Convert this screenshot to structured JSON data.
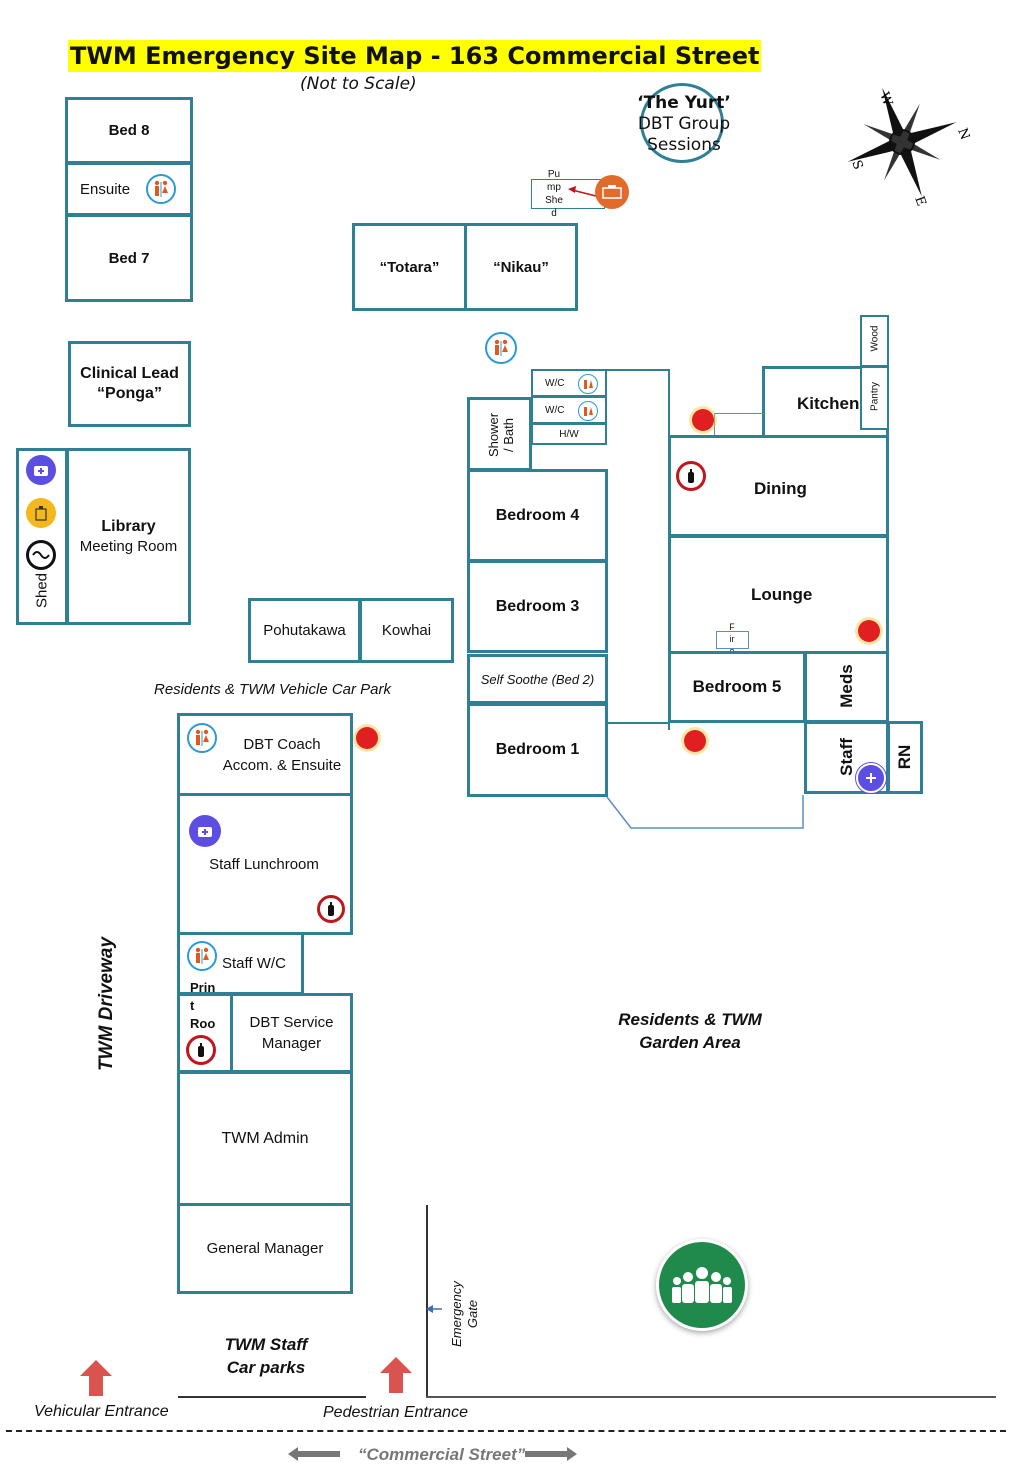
{
  "title": "TWM Emergency Site Map - 163 Commercial Street",
  "subtitle": "(Not to Scale)",
  "yurt": {
    "line1": "‘The Yurt’",
    "line2": "DBT Group",
    "line3": "Sessions"
  },
  "compass": {
    "n": "N",
    "s": "S",
    "e": "E",
    "w": "W"
  },
  "pump_shed": [
    "Pu",
    "mp",
    "She",
    "d"
  ],
  "rooms": {
    "bed8": "Bed 8",
    "ensuite": "Ensuite",
    "bed7": "Bed 7",
    "clinical_lead_1": "Clinical Lead",
    "clinical_lead_2": "“Ponga”",
    "shed": "Shed",
    "library_1": "Library",
    "library_2": "Meeting Room",
    "totara": "“Totara”",
    "nikau": "“Nikau”",
    "pohutakawa": "Pohutakawa",
    "kowhai": "Kowhai",
    "wc1": "W/C",
    "wc2": "W/C",
    "hw": "H/W",
    "shower_1": "Shower",
    "shower_2": "/ Bath",
    "bedroom4": "Bedroom 4",
    "bedroom3": "Bedroom 3",
    "self_soothe": "Self Soothe (Bed 2)",
    "bedroom1": "Bedroom 1",
    "kitchen": "Kitchen",
    "wood": "Wood",
    "pantry": "Pantry",
    "dining": "Dining",
    "lounge": "Lounge",
    "fire": [
      "F",
      "ir",
      "e"
    ],
    "bedroom5": "Bedroom 5",
    "meds": "Meds",
    "staff": "Staff",
    "rn": "RN",
    "dbt_coach_1": "DBT Coach",
    "dbt_coach_2": "Accom. & Ensuite",
    "staff_lunchroom": "Staff Lunchroom",
    "staff_wc": "Staff W/C",
    "print_room": [
      "Prin",
      "t",
      "Roo"
    ],
    "dbt_service_1": "DBT Service",
    "dbt_service_2": "Manager",
    "twm_admin": "TWM Admin",
    "general_manager": "General Manager"
  },
  "labels": {
    "car_park": "Residents & TWM Vehicle  Car Park",
    "driveway": "TWM Driveway",
    "garden_1": "Residents & TWM",
    "garden_2": "Garden Area",
    "staff_cp_1": "TWM Staff",
    "staff_cp_2": "Car parks",
    "emergency_gate_1": "Emergency",
    "emergency_gate_2": "Gate",
    "vehicular_entrance": "Vehicular Entrance",
    "pedestrian_entrance": "Pedestrian Entrance",
    "street": "“Commercial Street”"
  },
  "colors": {
    "wall": "#2f7f95",
    "highlight": "#ffff00",
    "assembly": "#1f8a4c",
    "arrow": "#d9534f"
  },
  "icons": [
    "toilet-icon",
    "fire-extinguisher-icon",
    "fire-alarm-icon",
    "first-aid-icon",
    "assembly-point-icon",
    "compass-icon",
    "generator-icon",
    "gas-cylinder-icon",
    "power-icon"
  ]
}
